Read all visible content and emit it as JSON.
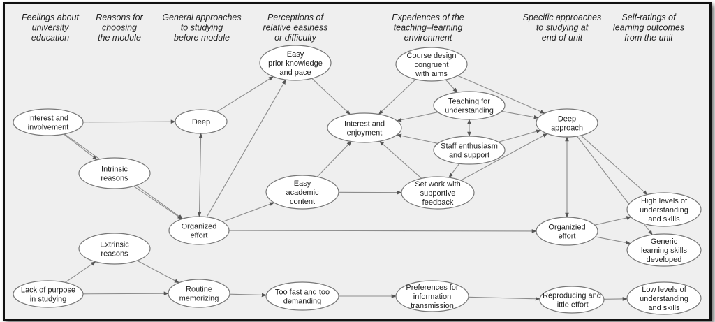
{
  "headers": [
    {
      "id": "feelings",
      "lines": [
        "Feelings about",
        "university",
        "education"
      ]
    },
    {
      "id": "reasons",
      "lines": [
        "Reasons for",
        "choosing",
        "the module"
      ]
    },
    {
      "id": "general",
      "lines": [
        "General approaches",
        "to studying",
        "before module"
      ]
    },
    {
      "id": "perceptions",
      "lines": [
        "Perceptions of",
        "relative easiness",
        "or difficulty"
      ]
    },
    {
      "id": "experiences",
      "lines": [
        "Experiences of the",
        "teaching–learning",
        "environment"
      ]
    },
    {
      "id": "specific",
      "lines": [
        "Specific approaches",
        "to studying at",
        "end of unit"
      ]
    },
    {
      "id": "selfratings",
      "lines": [
        "Self-ratings of",
        "learning outcomes",
        "from the unit"
      ]
    }
  ],
  "nodes": [
    {
      "id": "interest_involvement",
      "lines": [
        "Interest and",
        "involvement"
      ]
    },
    {
      "id": "intrinsic",
      "lines": [
        "Intrinsic",
        "reasons"
      ]
    },
    {
      "id": "extrinsic",
      "lines": [
        "Extrinsic",
        "reasons"
      ]
    },
    {
      "id": "lack_purpose",
      "lines": [
        "Lack of purpose",
        "in studying"
      ]
    },
    {
      "id": "deep1",
      "lines": [
        "Deep"
      ]
    },
    {
      "id": "organized1",
      "lines": [
        "Organized",
        "effort"
      ]
    },
    {
      "id": "routine",
      "lines": [
        "Routine",
        "memorizing"
      ]
    },
    {
      "id": "easy_prior",
      "lines": [
        "Easy",
        "prior knowledge",
        "and pace"
      ]
    },
    {
      "id": "easy_academic",
      "lines": [
        "Easy",
        "academic",
        "content"
      ]
    },
    {
      "id": "too_fast",
      "lines": [
        "Too fast and too",
        "demanding"
      ]
    },
    {
      "id": "course_design",
      "lines": [
        "Course design",
        "congruent",
        "with aims"
      ]
    },
    {
      "id": "teaching",
      "lines": [
        "Teaching for",
        "understanding"
      ]
    },
    {
      "id": "interest_enjoy",
      "lines": [
        "Interest and",
        "enjoyment"
      ]
    },
    {
      "id": "staff",
      "lines": [
        "Staff enthusiasm",
        "and support"
      ]
    },
    {
      "id": "setwork",
      "lines": [
        "Set work with",
        "supportive",
        "feedback"
      ]
    },
    {
      "id": "preferences",
      "lines": [
        "Preferences for",
        "information",
        "transmission"
      ]
    },
    {
      "id": "deep2",
      "lines": [
        "Deep",
        "approach"
      ]
    },
    {
      "id": "organized2",
      "lines": [
        "Organizied",
        "effort"
      ]
    },
    {
      "id": "reproducing",
      "lines": [
        "Reproducing and",
        "little effort"
      ]
    },
    {
      "id": "high_levels",
      "lines": [
        "High levels of",
        "understanding",
        "and skills"
      ]
    },
    {
      "id": "generic",
      "lines": [
        "Generic",
        "learning skills",
        "developed"
      ]
    },
    {
      "id": "low_levels",
      "lines": [
        "Low levels of",
        "understanding",
        "and skills"
      ]
    }
  ],
  "edges": [
    {
      "from": "interest_involvement",
      "to": "deep1",
      "arrow": "end"
    },
    {
      "from": "interest_involvement",
      "to": "intrinsic",
      "arrow": "end"
    },
    {
      "from": "interest_involvement",
      "to": "organized1",
      "arrow": "end"
    },
    {
      "from": "intrinsic",
      "to": "organized1",
      "arrow": "end"
    },
    {
      "from": "lack_purpose",
      "to": "extrinsic",
      "arrow": "end"
    },
    {
      "from": "lack_purpose",
      "to": "routine",
      "arrow": "end"
    },
    {
      "from": "extrinsic",
      "to": "routine",
      "arrow": "end"
    },
    {
      "from": "deep1",
      "to": "organized1",
      "arrow": "both"
    },
    {
      "from": "deep1",
      "to": "easy_prior",
      "arrow": "end"
    },
    {
      "from": "organized1",
      "to": "easy_prior",
      "arrow": "end"
    },
    {
      "from": "organized1",
      "to": "easy_academic",
      "arrow": "end"
    },
    {
      "from": "organized1",
      "to": "organized2",
      "arrow": "end"
    },
    {
      "from": "routine",
      "to": "too_fast",
      "arrow": "end"
    },
    {
      "from": "too_fast",
      "to": "preferences",
      "arrow": "end"
    },
    {
      "from": "preferences",
      "to": "reproducing",
      "arrow": "end"
    },
    {
      "from": "reproducing",
      "to": "low_levels",
      "arrow": "end"
    },
    {
      "from": "easy_prior",
      "to": "interest_enjoy",
      "arrow": "end"
    },
    {
      "from": "easy_academic",
      "to": "interest_enjoy",
      "arrow": "end"
    },
    {
      "from": "easy_academic",
      "to": "setwork",
      "arrow": "end"
    },
    {
      "from": "course_design",
      "to": "interest_enjoy",
      "arrow": "end"
    },
    {
      "from": "course_design",
      "to": "teaching",
      "arrow": "end"
    },
    {
      "from": "course_design",
      "to": "deep2",
      "arrow": "end"
    },
    {
      "from": "teaching",
      "to": "interest_enjoy",
      "arrow": "end"
    },
    {
      "from": "teaching",
      "to": "deep2",
      "arrow": "end"
    },
    {
      "from": "teaching",
      "to": "staff",
      "arrow": "both"
    },
    {
      "from": "staff",
      "to": "interest_enjoy",
      "arrow": "end"
    },
    {
      "from": "staff",
      "to": "deep2",
      "arrow": "end"
    },
    {
      "from": "staff",
      "to": "setwork",
      "arrow": "end"
    },
    {
      "from": "setwork",
      "to": "interest_enjoy",
      "arrow": "end"
    },
    {
      "from": "setwork",
      "to": "deep2",
      "arrow": "end"
    },
    {
      "from": "deep2",
      "to": "organized2",
      "arrow": "both"
    },
    {
      "from": "deep2",
      "to": "high_levels",
      "arrow": "end"
    },
    {
      "from": "deep2",
      "to": "generic",
      "arrow": "end"
    },
    {
      "from": "organized2",
      "to": "high_levels",
      "arrow": "end"
    },
    {
      "from": "organized2",
      "to": "generic",
      "arrow": "end"
    }
  ]
}
